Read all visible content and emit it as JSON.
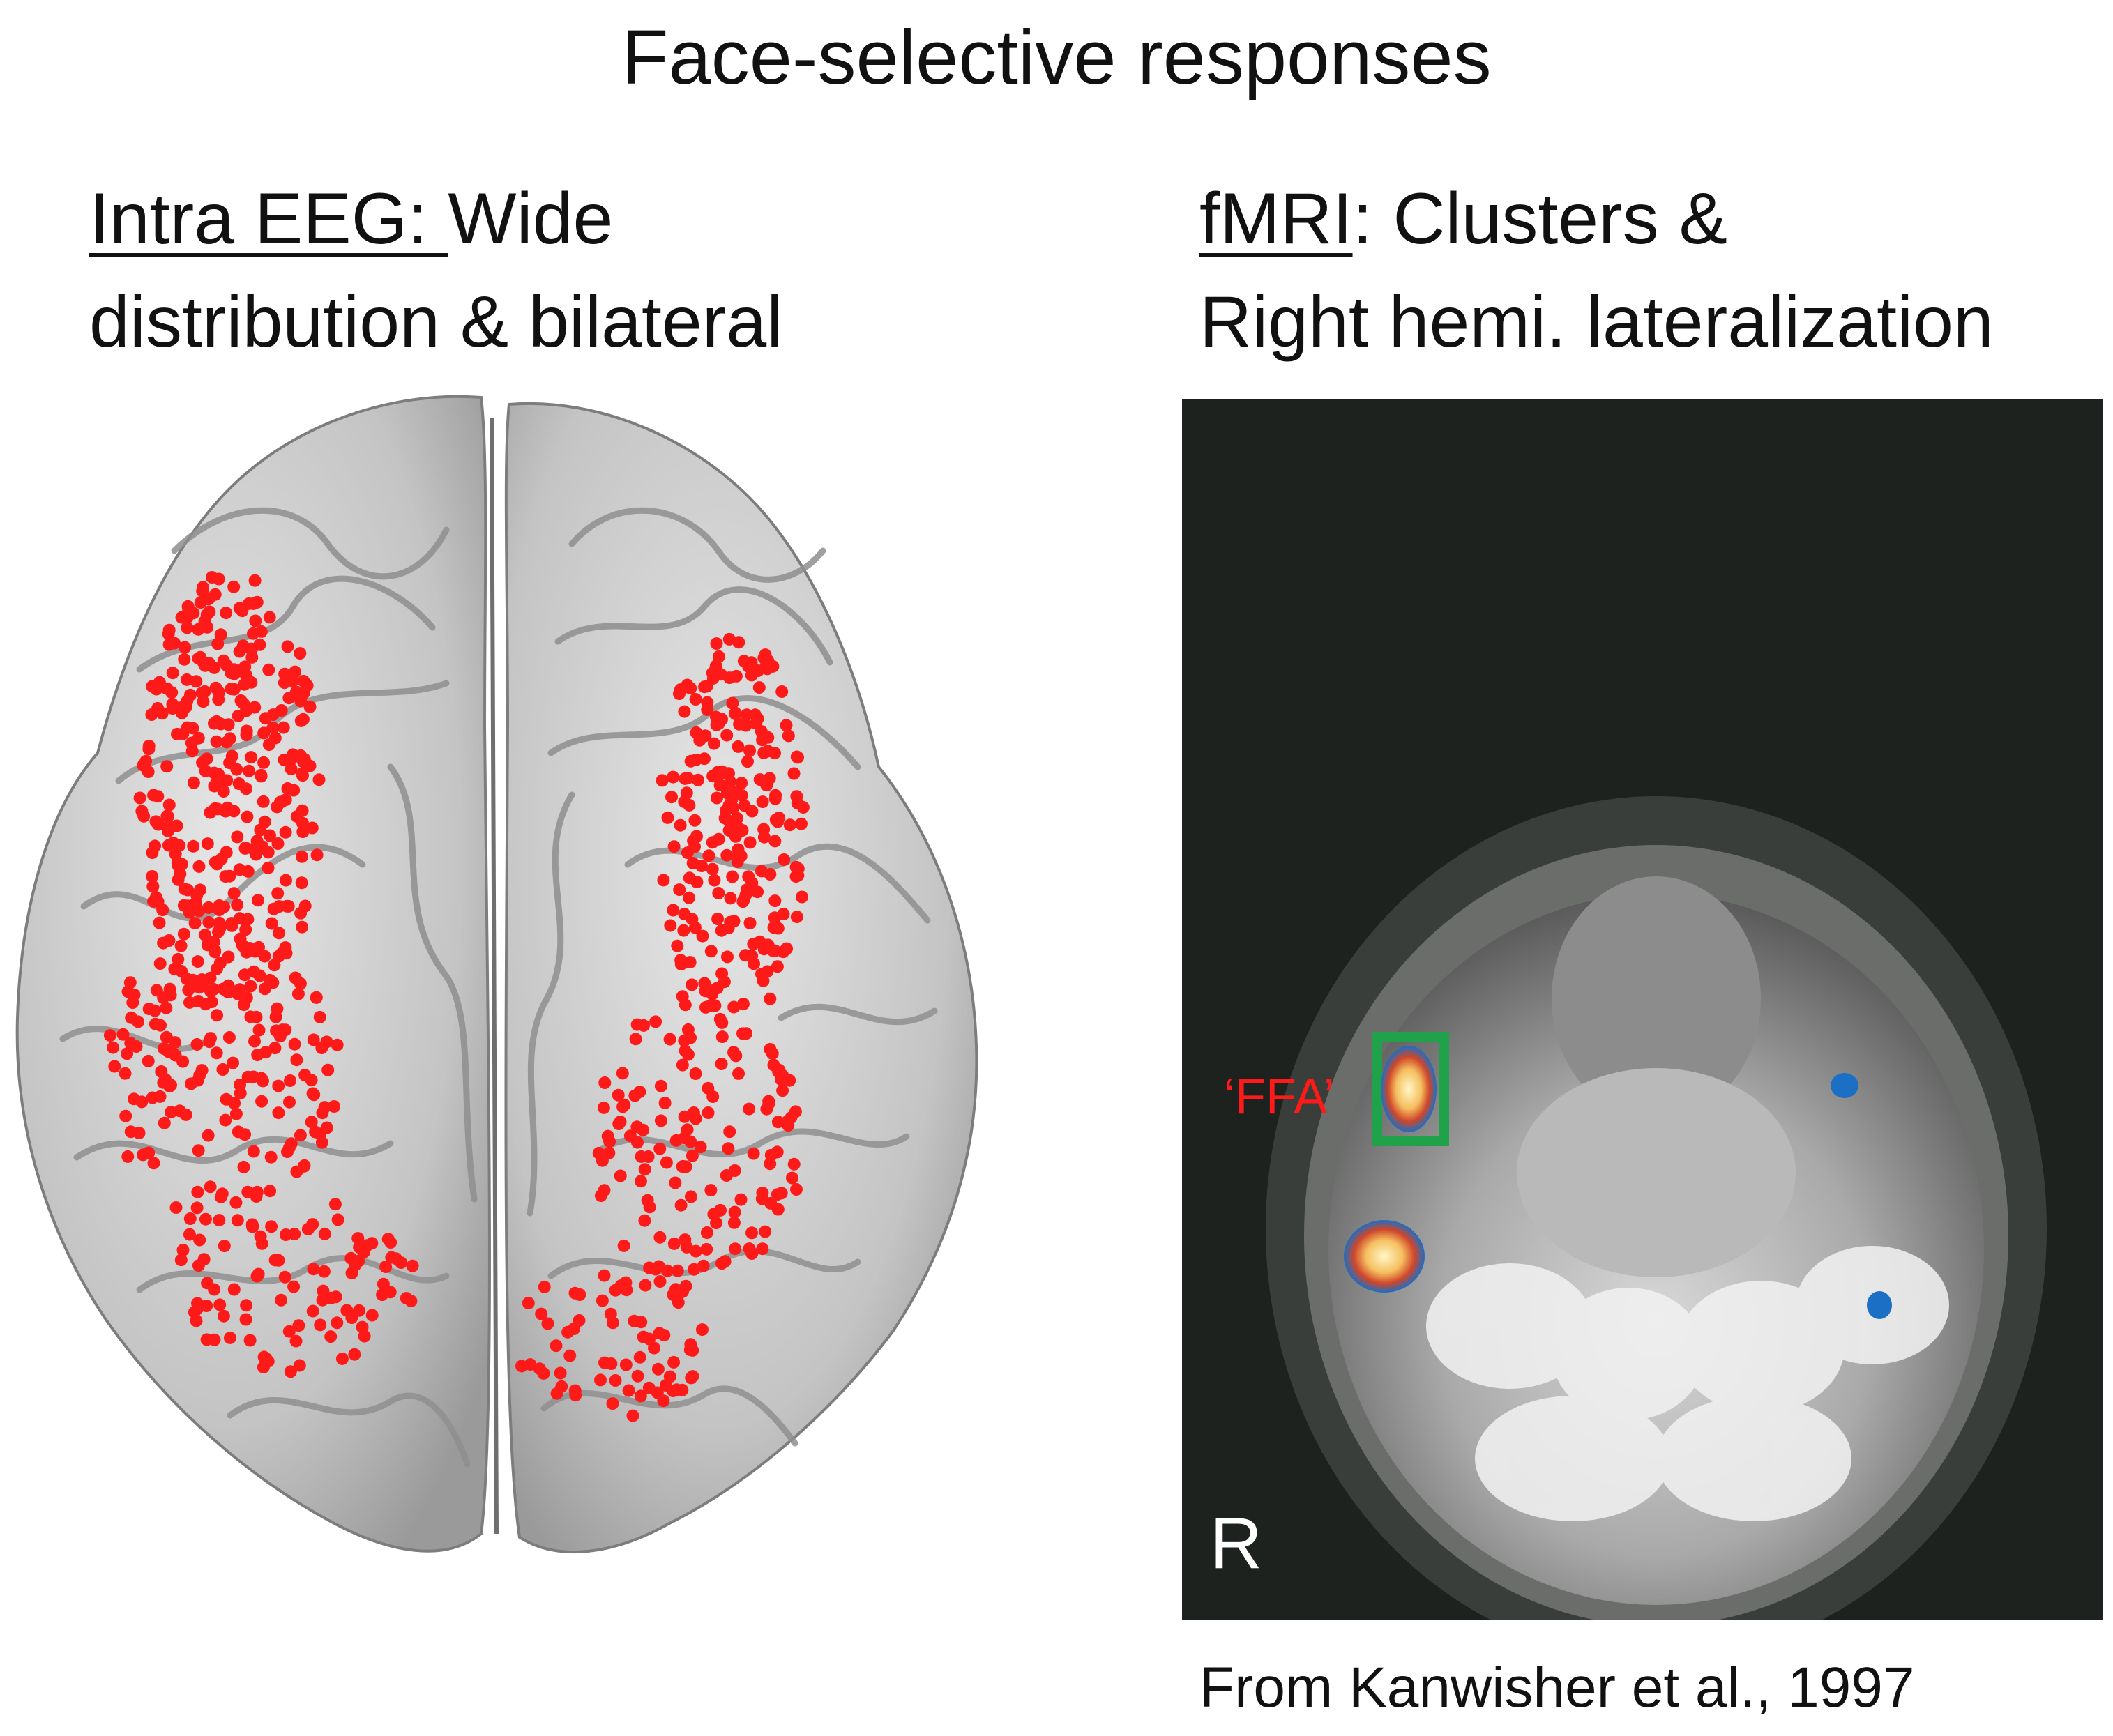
{
  "title": "Face-selective responses",
  "left_panel": {
    "heading_underlined": "Intra EEG: ",
    "heading_rest": "Wide",
    "heading_line2": "distribution & bilateral",
    "dot_color": "#ff1a1a"
  },
  "right_panel": {
    "heading_underlined": "fMRI",
    "heading_rest": ": Clusters &",
    "heading_line2": "Right hemi. lateralization",
    "ffa_label": "‘FFA’",
    "side_label": "R",
    "caption": "From Kanwisher et al., 1997"
  },
  "colors": {
    "brain_fill": "#c9c9c9",
    "brain_shadow": "#8f8f8f",
    "mri_background": "#1e221f",
    "ffa_box": "#1fa24a",
    "activation_blue": "#1b6fc4",
    "activation_hot": "#ffe9a0"
  }
}
